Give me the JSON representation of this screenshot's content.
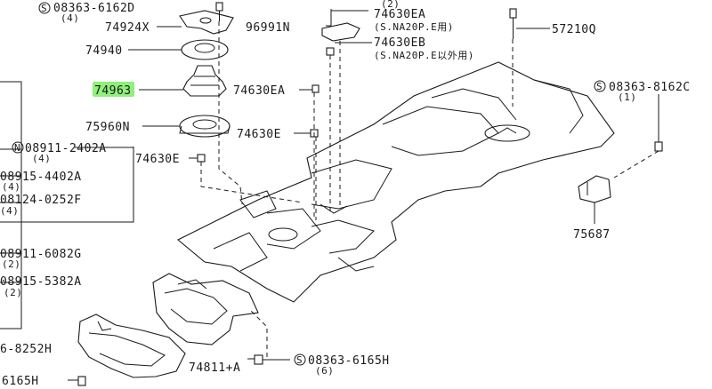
{
  "labels": {
    "p08363_6162d": "08363-6162D",
    "p08363_6162d_qty": "(4)",
    "p74924x": "74924X",
    "p74940": "74940",
    "p74963": "74963",
    "p75960n": "75960N",
    "p74630e_a": "74630E",
    "p74630ea_mid": "74630EA",
    "p74630e_b": "74630E",
    "p96991n": "96991N",
    "p74630ea_top": "74630EA",
    "p74630ea_top_note": "(S.NA20P.E用)",
    "p74630ea_top_qty": "(2)",
    "p74630eb": "74630EB",
    "p74630eb_note": "(S.NA20P.E以外用)",
    "p57210q": "57210Q",
    "p08363_8162c": "08363-8162C",
    "p08363_8162c_qty": "(1)",
    "p75687": "75687",
    "p08911_2402a": "08911-2402A",
    "p08911_2402a_qty": "(4)",
    "p08915_4402a": "08915-4402A",
    "p08915_4402a_qty": "(4)",
    "p08124_0252f": "08124-0252F",
    "p08124_0252f_qty": "(4)",
    "p08911_6082g": "08911-6082G",
    "p08911_6082g_qty": "(2)",
    "p08915_5382a": "08915-5382A",
    "p08915_5382a_qty": "(2)",
    "p6_8252h": "6-8252H",
    "p6165h_left": "6165H",
    "p74811a": "74811+A",
    "p08363_6165h": "08363-6165H",
    "p08363_6165h_qty": "(6)",
    "mark_s": "S",
    "mark_n": "N"
  },
  "colors": {
    "highlight": "#8ff07a",
    "line": "#1a1a1a",
    "background": "#ffffff"
  }
}
